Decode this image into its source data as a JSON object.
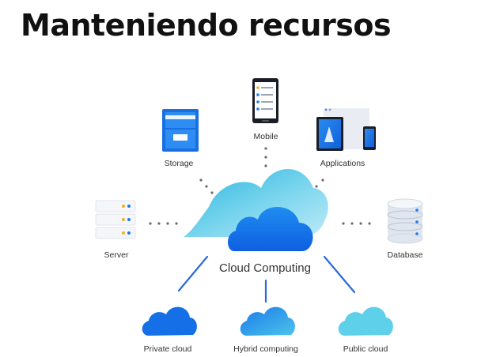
{
  "title": "Manteniendo recursos",
  "center": {
    "label": "Cloud Computing"
  },
  "nodes": [
    {
      "id": "storage",
      "label": "Storage",
      "icon": "storage-cabinet-icon"
    },
    {
      "id": "mobile",
      "label": "Mobile",
      "icon": "mobile-phone-icon"
    },
    {
      "id": "applications",
      "label": "Applications",
      "icon": "devices-icon"
    },
    {
      "id": "server",
      "label": "Server",
      "icon": "server-rack-icon"
    },
    {
      "id": "database",
      "label": "Database",
      "icon": "database-icon"
    },
    {
      "id": "private_cloud",
      "label": "Private cloud",
      "icon": "cloud-icon"
    },
    {
      "id": "hybrid_computing",
      "label": "Hybrid computing",
      "icon": "cloud-icon"
    },
    {
      "id": "public_cloud",
      "label": "Public cloud",
      "icon": "cloud-icon"
    }
  ],
  "colors": {
    "cloud_dark": "#1570e8",
    "cloud_light": "#5fd0ea",
    "cloud_mid": "#2a9be8",
    "connector": "#2a6bd8",
    "dots": "#6a6a6a"
  }
}
